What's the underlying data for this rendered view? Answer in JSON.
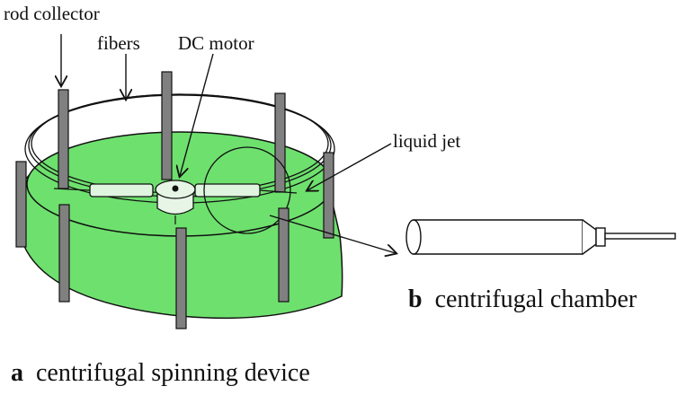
{
  "labels": {
    "rod_collector": "rod  collector",
    "fibers": "fibers",
    "dc_motor": "DC motor",
    "liquid_jet": "liquid jet"
  },
  "captions": {
    "a_letter": "a",
    "a_text": "centrifugal spinning device",
    "b_letter": "b",
    "b_text": "centrifugal chamber"
  },
  "colors": {
    "base_green": "#6ee06e",
    "rod_gray": "#808080",
    "line": "#111111"
  }
}
